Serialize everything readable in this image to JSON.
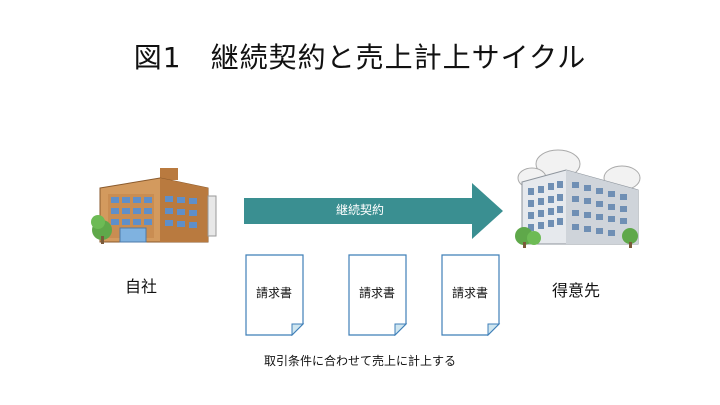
{
  "title": "図1　継続契約と売上計上サイクル",
  "parties": {
    "self_label": "自社",
    "customer_label": "得意先"
  },
  "arrow_label": "継続契約",
  "documents": [
    "請求書",
    "請求書",
    "請求書"
  ],
  "caption": "取引条件に合わせて売上に計上する",
  "colors": {
    "arrow": "#3a8f91",
    "document_border": "#3f7fb8",
    "document_fold": "#cfe6f0",
    "building_left": "#c88a4c",
    "building_right": "#d9dde2"
  }
}
